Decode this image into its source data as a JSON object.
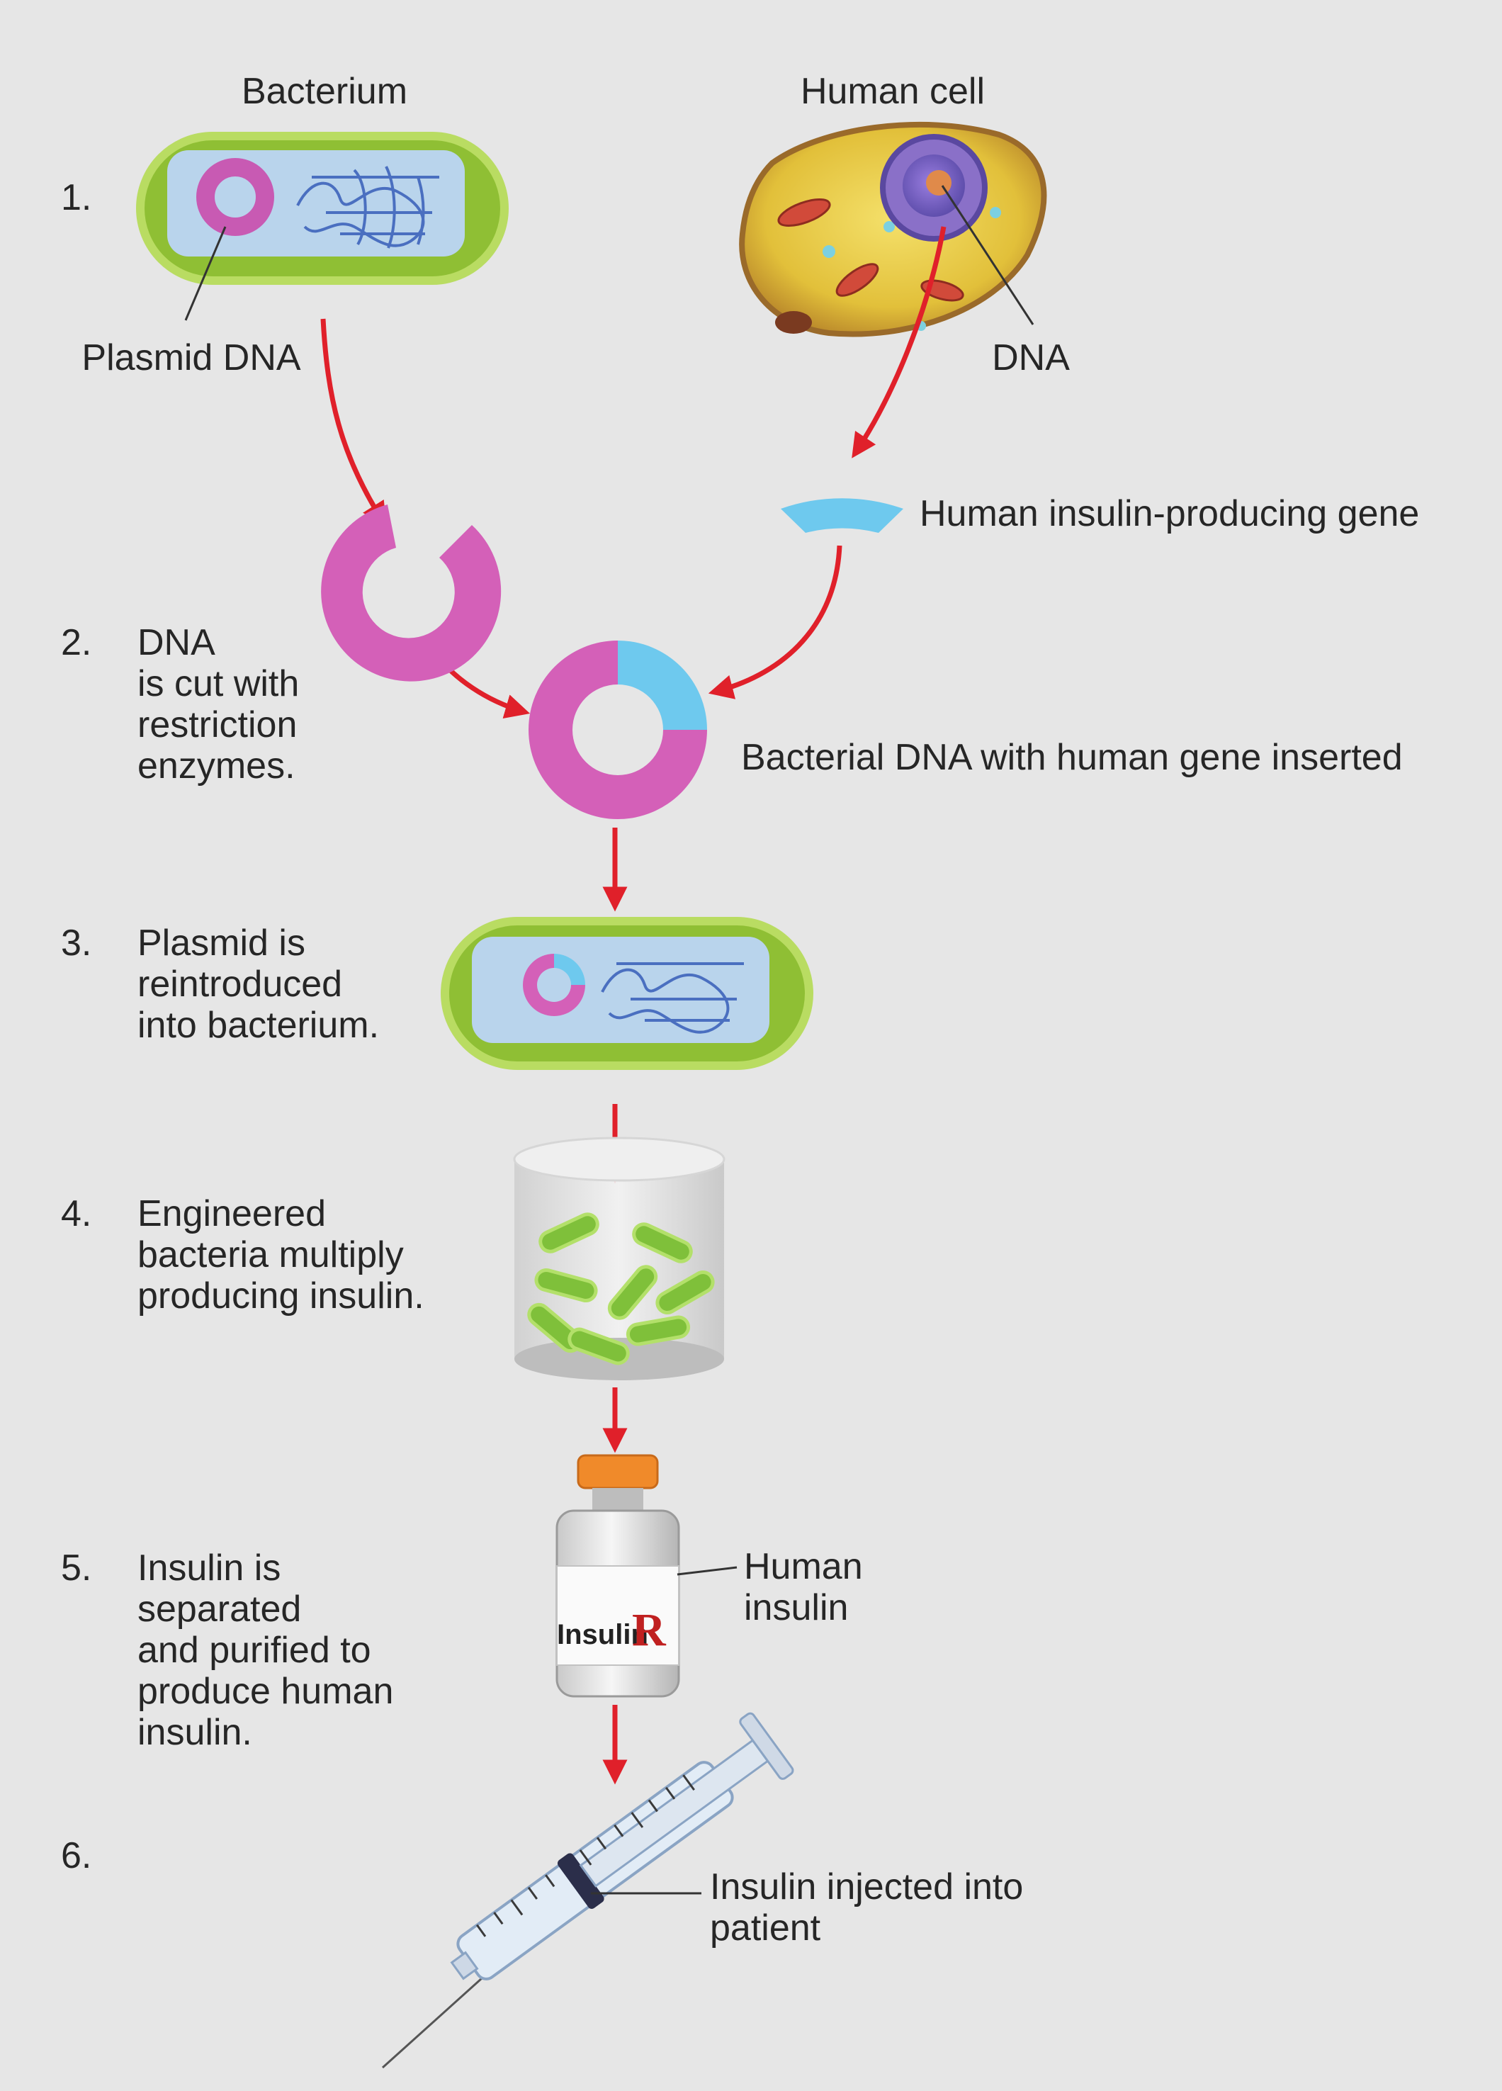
{
  "headers": {
    "bacterium": "Bacterium",
    "human_cell": "Human cell"
  },
  "labels": {
    "plasmid_dna": "Plasmid DNA",
    "cell_dna": "DNA",
    "gene": "Human insulin-producing gene",
    "recombinant": "Bacterial DNA with human gene inserted",
    "human_insulin": [
      "Human",
      "insulin"
    ],
    "injected": [
      "Insulin injected into",
      "patient"
    ],
    "vial_label": "Insulin",
    "rx": "R"
  },
  "steps": [
    {
      "num": "1.",
      "lines": []
    },
    {
      "num": "2.",
      "lines": [
        "DNA",
        "is cut with",
        "restriction",
        "enzymes."
      ]
    },
    {
      "num": "3.",
      "lines": [
        "Plasmid is",
        "reintroduced",
        "into bacterium."
      ]
    },
    {
      "num": "4.",
      "lines": [
        "Engineered",
        "bacteria multiply",
        "producing insulin."
      ]
    },
    {
      "num": "5.",
      "lines": [
        "Insulin is",
        "separated",
        "and purified to",
        "produce human",
        "insulin."
      ]
    },
    {
      "num": "6.",
      "lines": []
    }
  ],
  "colors": {
    "background": "#e6e6e6",
    "arrow": "#e0202a",
    "plasmid": "#d460b8",
    "gene": "#6ec9ee",
    "bacterium_outer": "#9cc93e",
    "bacterium_inner": "#b9d4ec",
    "cell_body": "#e8c83c",
    "vial_cap": "#f08a2a"
  }
}
